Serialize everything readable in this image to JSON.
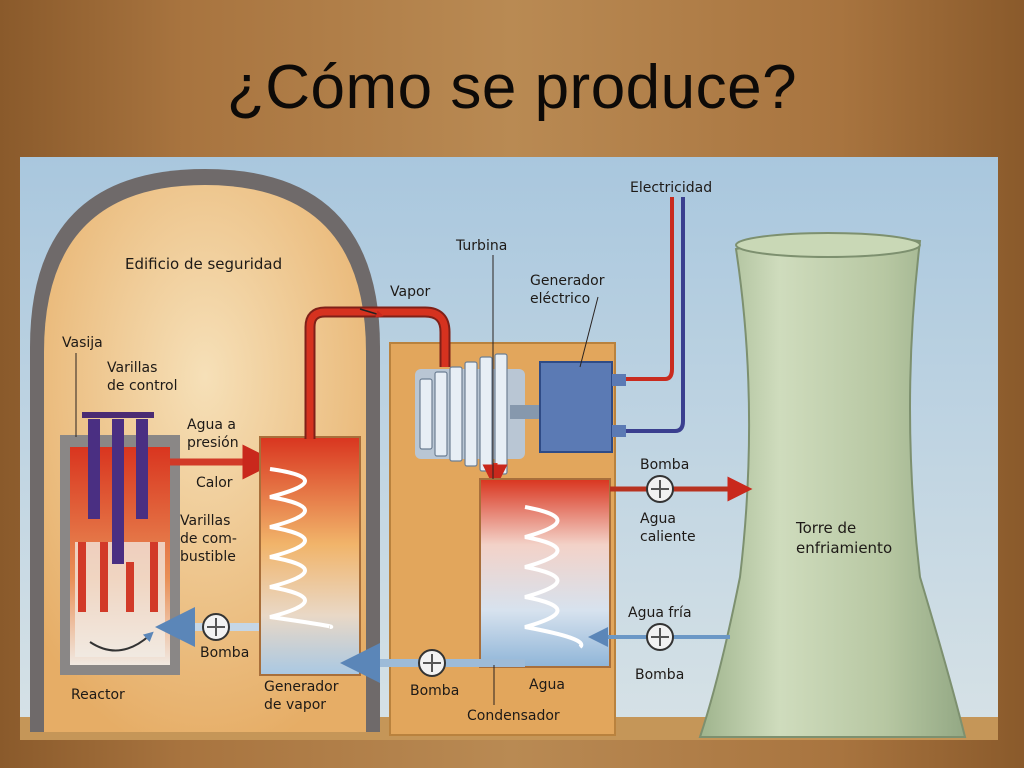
{
  "title": "¿Cómo se produce?",
  "diagram": {
    "labels": {
      "electricidad": "Electricidad",
      "turbina": "Turbina",
      "edificio": "Edificio de seguridad",
      "vapor": "Vapor",
      "generador_electrico_1": "Generador",
      "generador_electrico_2": "eléctrico",
      "vasija": "Vasija",
      "varillas_control_1": "Varillas",
      "varillas_control_2": "de control",
      "agua_presion_1": "Agua a",
      "agua_presion_2": "presión",
      "calor": "Calor",
      "varillas_comb_1": "Varillas",
      "varillas_comb_2": "de com-",
      "varillas_comb_3": "bustible",
      "bomba_1": "Bomba",
      "bomba_2": "Bomba",
      "bomba_3": "Bomba",
      "bomba_4": "Bomba",
      "agua_caliente_1": "Agua",
      "agua_caliente_2": "caliente",
      "agua_fria": "Agua fría",
      "agua": "Agua",
      "torre_1": "Torre de",
      "torre_2": "enfriamiento",
      "reactor": "Reactor",
      "generador_vapor_1": "Generador",
      "generador_vapor_2": "de vapor",
      "condensador": "Condensador"
    },
    "colors": {
      "hot": "#d8301f",
      "cold": "#8fb7d8",
      "building": "#e0a35a",
      "tower": "#b9c9a6"
    }
  }
}
